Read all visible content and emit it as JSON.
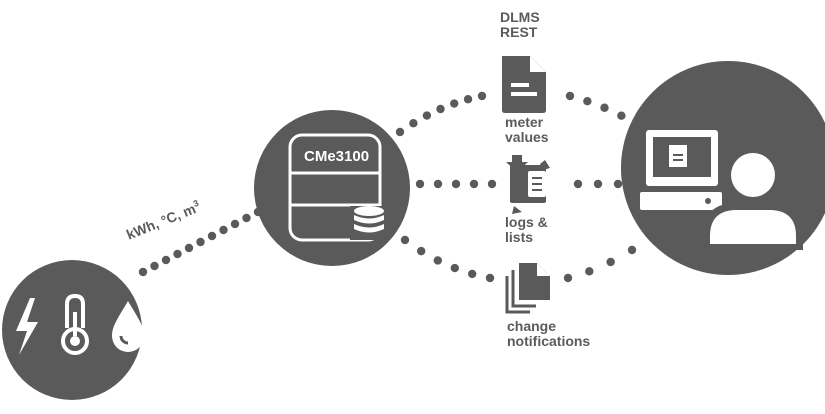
{
  "colors": {
    "circle": "#5a5a5a",
    "icon": "#ffffff",
    "dots": "#5a5a5a",
    "text": "#5b5b5b",
    "background": "#ffffff"
  },
  "nodes": {
    "sensors": {
      "icons": [
        "lightning-icon",
        "thermometer-icon",
        "water-drop-icon"
      ]
    },
    "device": {
      "label": "CMe3100",
      "icons": [
        "device-box-icon",
        "database-icon"
      ]
    },
    "user": {
      "icons": [
        "computer-monitor-icon",
        "person-icon"
      ]
    }
  },
  "link_label": {
    "units_prefix": "kWh, °C, m",
    "units_superscript": "3"
  },
  "protocols": {
    "line1": "DLMS",
    "line2": "REST"
  },
  "outputs": [
    {
      "icon": "document-icon",
      "line1": "meter",
      "line2": "values"
    },
    {
      "icon": "logs-arrows-icon",
      "line1": "logs &",
      "line2": "lists"
    },
    {
      "icon": "stacked-documents-icon",
      "line1": "change",
      "line2": "notifications"
    }
  ]
}
